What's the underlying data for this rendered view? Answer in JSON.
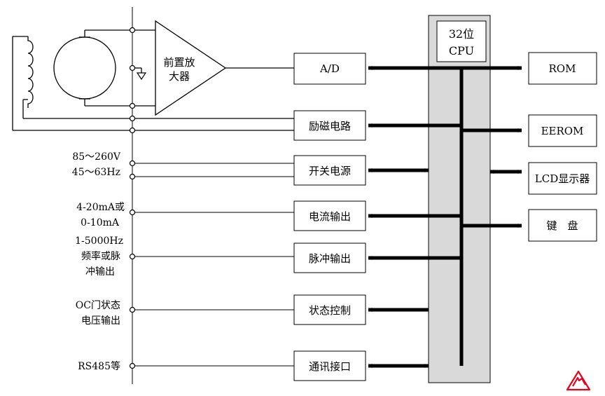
{
  "cpu": {
    "line1": "32位",
    "line2": "CPU"
  },
  "amplifier": {
    "line1": "前置放",
    "line2": "大器"
  },
  "io_blocks": [
    {
      "id": "ad",
      "label": "A/D",
      "direction": "to_cpu"
    },
    {
      "id": "excitation",
      "label": "励磁电路",
      "direction": "from_cpu"
    },
    {
      "id": "power",
      "label": "开关电源",
      "direction": "both"
    },
    {
      "id": "current_out",
      "label": "电流输出",
      "direction": "from_cpu"
    },
    {
      "id": "pulse_out",
      "label": "脉冲输出",
      "direction": "from_cpu"
    },
    {
      "id": "status_ctrl",
      "label": "状态控制",
      "direction": "from_cpu"
    },
    {
      "id": "comm",
      "label": "通讯接口",
      "direction": "both"
    }
  ],
  "peripherals": [
    {
      "id": "rom",
      "label": "ROM",
      "direction": "from_cpu"
    },
    {
      "id": "eerom",
      "label": "EEROM",
      "direction": "from_cpu"
    },
    {
      "id": "lcd",
      "label": "LCD显示器",
      "direction": "both"
    },
    {
      "id": "keyboard",
      "label": "键　盘",
      "direction": "from_cpu"
    }
  ],
  "terminals": [
    {
      "id": "power_in",
      "lines": [
        "85～260V",
        "45～63Hz"
      ]
    },
    {
      "id": "current",
      "lines": [
        "4-20mA或",
        "0-10mA"
      ]
    },
    {
      "id": "pulse",
      "lines": [
        "1-5000Hz",
        "频率或脉",
        "冲输出"
      ]
    },
    {
      "id": "oc",
      "lines": [
        "OC门状态",
        "电压输出"
      ]
    },
    {
      "id": "rs485",
      "lines": [
        "RS485等"
      ]
    }
  ],
  "colors": {
    "cpu_fill": "#d9d9d9",
    "line": "#000000",
    "logo": "#e8001c"
  },
  "logo": {
    "icon": "company-logo-icon"
  }
}
